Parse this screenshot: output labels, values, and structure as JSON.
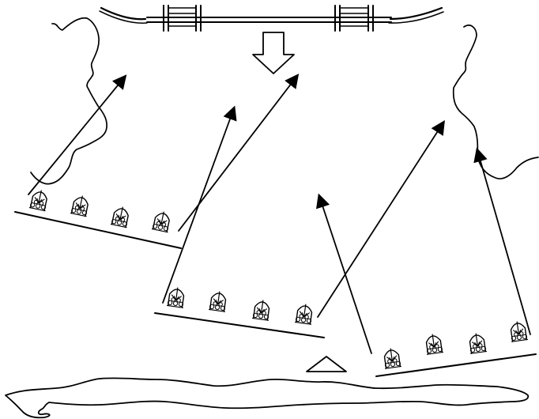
{
  "diagram": {
    "kind": "line-drawing",
    "colors": {
      "ink": "#000000",
      "paper": "#ffffff"
    },
    "icons": {
      "top_arrow": "down-arrow-icon",
      "bottom_marker": "triangle-icon",
      "bench_unit": "pendulum-unit-icon",
      "upper_fixture": "ceiling-bracket-icon"
    },
    "groups": [
      {
        "name": "group-left",
        "unit_count": 4,
        "arrow_count": 2
      },
      {
        "name": "group-middle",
        "unit_count": 4,
        "arrow_count": 2
      },
      {
        "name": "group-right",
        "unit_count": 4,
        "arrow_count": 2
      }
    ]
  }
}
